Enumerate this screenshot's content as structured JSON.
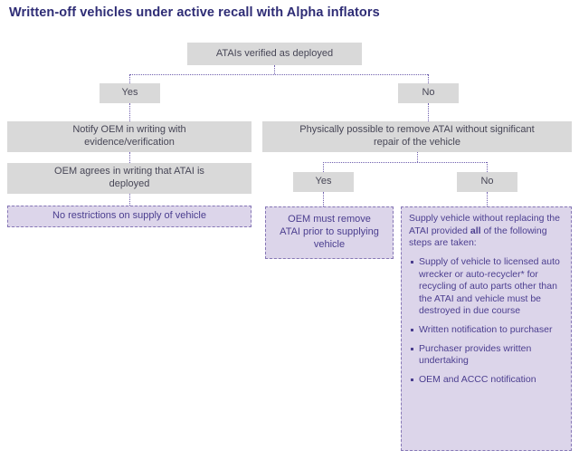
{
  "title": "Written-off vehicles under active recall with Alpha inflators",
  "flowchart": {
    "root": "ATAIs verified as deployed",
    "branch1_yes": "Yes",
    "branch1_no": "No",
    "notify_oem": "Notify OEM in writing with evidence/verification",
    "oem_agrees": "OEM agrees in writing that ATAI is deployed",
    "no_restrictions": "No restrictions on supply of vehicle",
    "physically_possible": "Physically possible to remove ATAI without significant repair of the vehicle",
    "branch2_yes": "Yes",
    "branch2_no": "No",
    "oem_remove": "OEM must remove ATAI prior to supplying vehicle",
    "supply": {
      "intro_pre": "Supply vehicle without replacing the ATAI provided ",
      "intro_bold": "all",
      "intro_post": " of the following steps are taken:",
      "bullets": [
        "Supply of vehicle to licensed auto wrecker or auto-recycler* for recycling of auto parts other than the ATAI and vehicle must be destroyed in due course",
        "Written notification to purchaser",
        "Purchaser provides written undertaking",
        "OEM and ACCC notification"
      ]
    }
  },
  "colors": {
    "title_text": "#2e2c75",
    "gray_box_bg": "#d9d9d9",
    "gray_box_text": "#474656",
    "lavender_box_bg": "#dcd5ea",
    "purple_text": "#4b3e8f",
    "dashed_border": "#8677b6",
    "connector_line": "#6f5fae"
  }
}
